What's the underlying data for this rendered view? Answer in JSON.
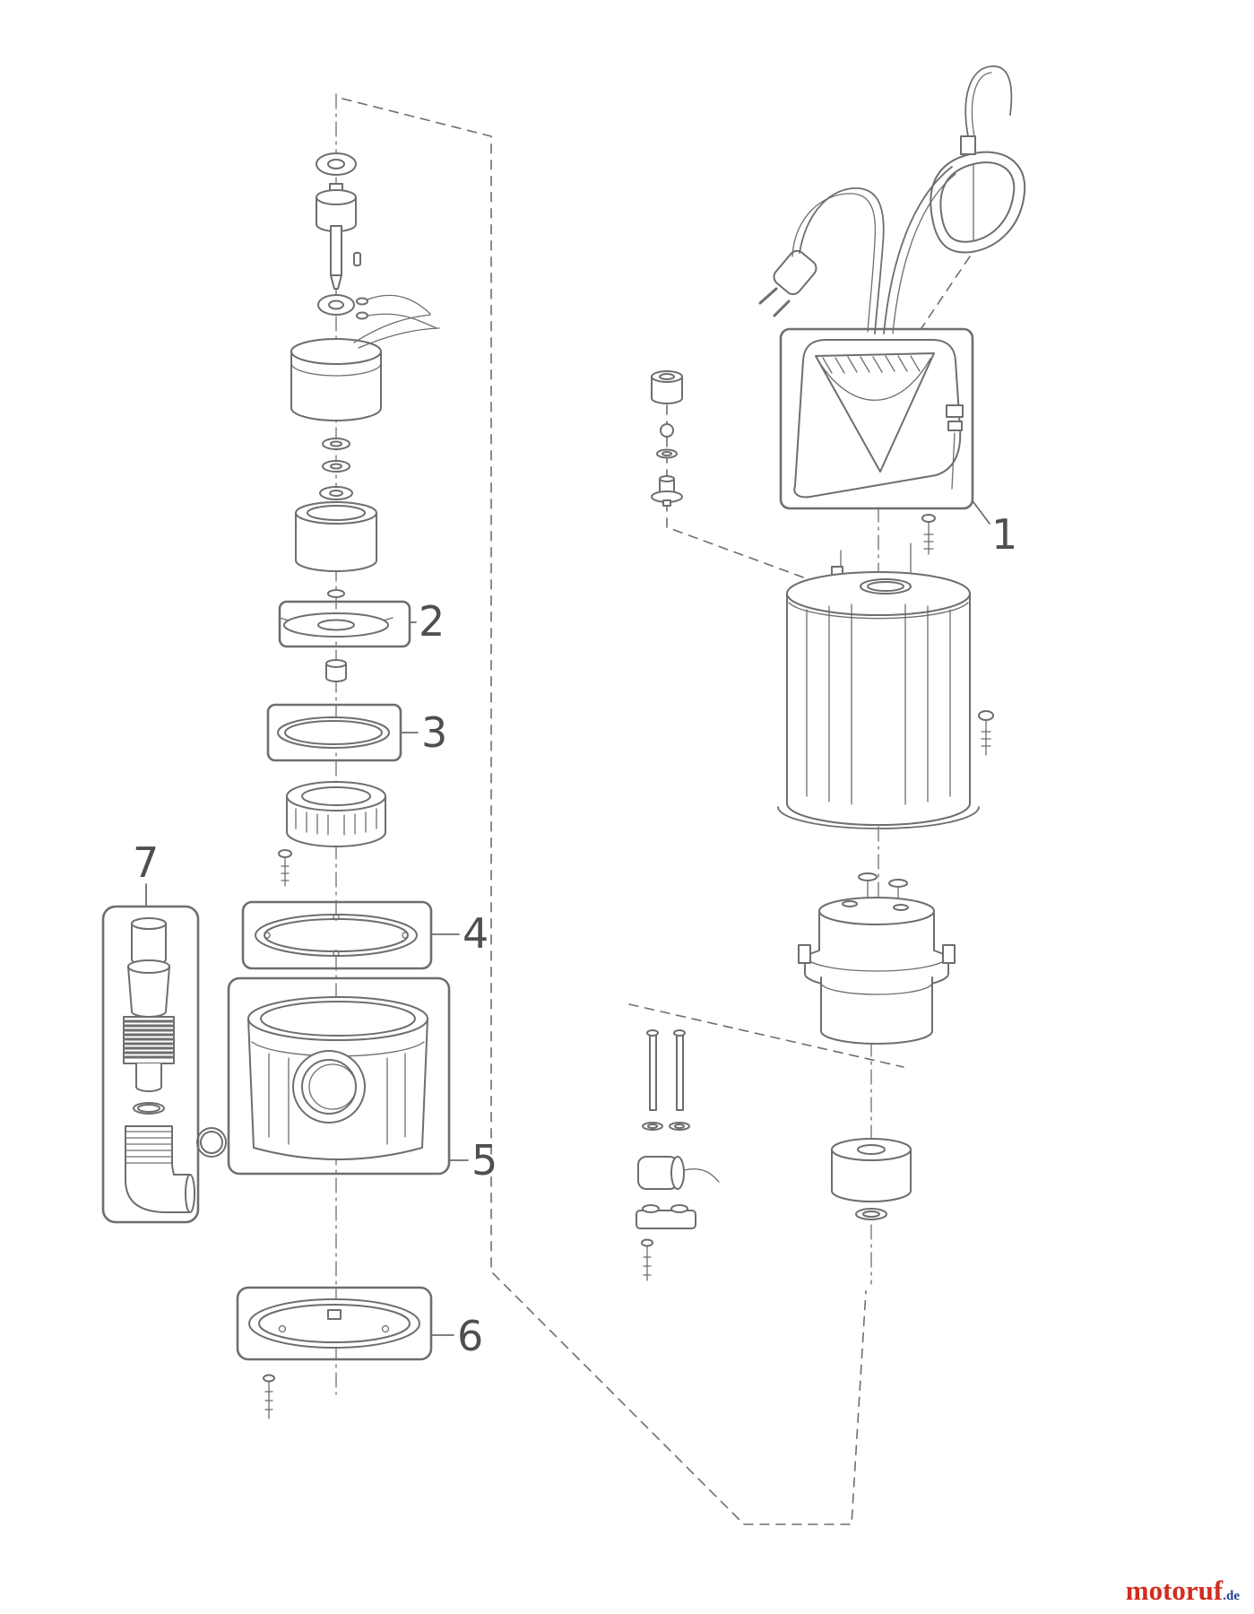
{
  "page": {
    "background": "#ffffff",
    "line_color": "#6e6e6e",
    "callout_color": "#4f4f4f"
  },
  "callouts": {
    "c1": "1",
    "c2": "2",
    "c3": "3",
    "c4": "4",
    "c5": "5",
    "c6": "6",
    "c7": "7"
  },
  "logo": {
    "name": "motoruf",
    "tld": ".de",
    "name_color": "#d42b1e",
    "tld_color": "#1c3e94"
  }
}
